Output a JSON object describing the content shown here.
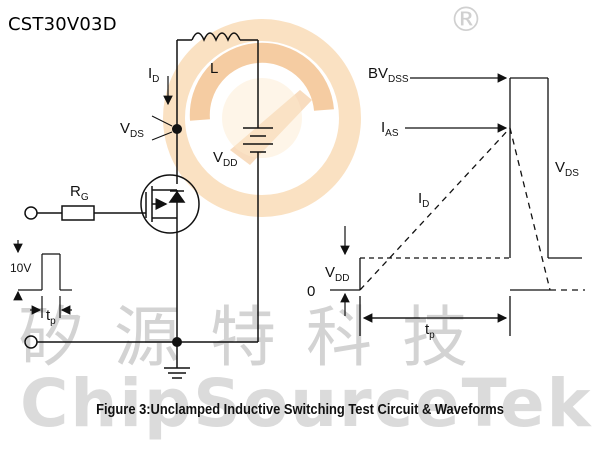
{
  "header": {
    "part_number": "CST30V03D"
  },
  "watermark": {
    "chinese_text": "矽源特科技",
    "english_text": "ChipSourceTek",
    "registered_mark": "®"
  },
  "circuit": {
    "inductor_label": "L",
    "drain_current_label": {
      "main": "I",
      "sub": "D"
    },
    "drain_source_voltage_label": {
      "main": "V",
      "sub": "DS"
    },
    "supply_voltage_label": {
      "main": "V",
      "sub": "DD"
    },
    "gate_resistor_label": {
      "main": "R",
      "sub": "G"
    },
    "gate_pulse_amplitude": "10V",
    "pulse_width_label": {
      "main": "t",
      "sub": "p"
    }
  },
  "waveform": {
    "bvdss_label": {
      "main": "BV",
      "sub": "DSS"
    },
    "ias_label": {
      "main": "I",
      "sub": "AS"
    },
    "vds_label": {
      "main": "V",
      "sub": "DS"
    },
    "id_label": {
      "main": "I",
      "sub": "D"
    },
    "vdd_label": {
      "main": "V",
      "sub": "DD"
    },
    "zero_label": "0",
    "tp_label": {
      "main": "t",
      "sub": "p"
    }
  },
  "caption": "Figure 3:Unclamped Inductive Switching Test Circuit & Waveforms",
  "colors": {
    "logo_orange": "#f4c48a",
    "logo_light": "#fbe3c4",
    "watermark_gray": "#cccccc",
    "line": "#111111"
  }
}
